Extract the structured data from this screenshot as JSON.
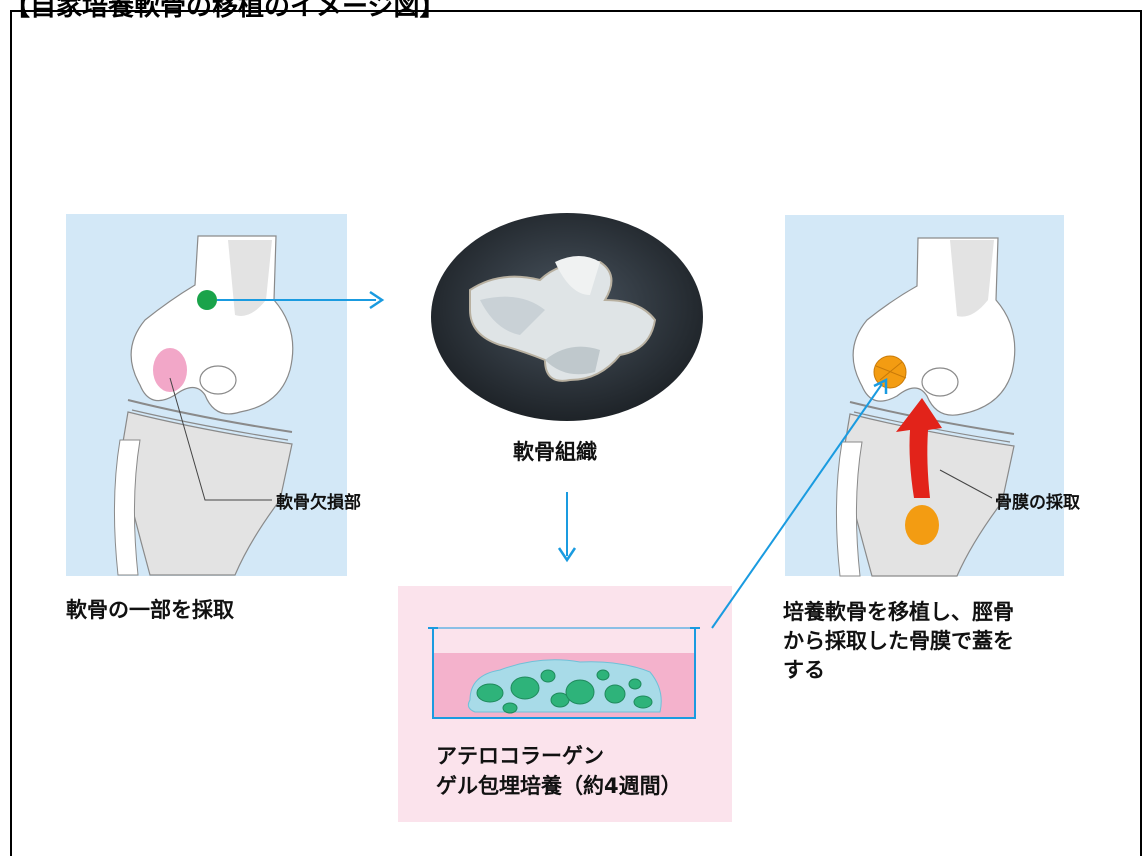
{
  "header": {
    "title": "【自家培養軟骨の移植のイメージ図】"
  },
  "labels": {
    "step1_caption": "軟骨の一部を採取",
    "defect_label": "軟骨欠損部",
    "tissue_label": "軟骨組織",
    "culture_line1": "アテロコラーゲン",
    "culture_line2": "ゲル包埋培養（約4週間）",
    "periosteum_label": "骨膜の採取",
    "step3_line1": "培養軟骨を移植し、脛骨",
    "step3_line2": "から採取した骨膜で蓋を",
    "step3_line3": "する"
  },
  "colors": {
    "panel_blue": "#d3e8f7",
    "panel_pink": "#fbe3ec",
    "bone": "#ffffff",
    "bone_shadow": "#e3e3e3",
    "arrow_blue": "#1a9be0",
    "harvest_green": "#1aa34a",
    "defect_pink": "#f2a7c8",
    "periosteum_orange": "#f39c12",
    "push_arrow_red": "#e2231a",
    "gel_pink": "#f4b2cc",
    "gel_aqua": "#a8dbe8",
    "cell_green": "#2eb37a"
  },
  "icons": [
    "right-arrow-icon",
    "down-arrow-icon",
    "knee-joint-illustration",
    "cartilage-tissue-photo",
    "culture-dish-illustration"
  ]
}
